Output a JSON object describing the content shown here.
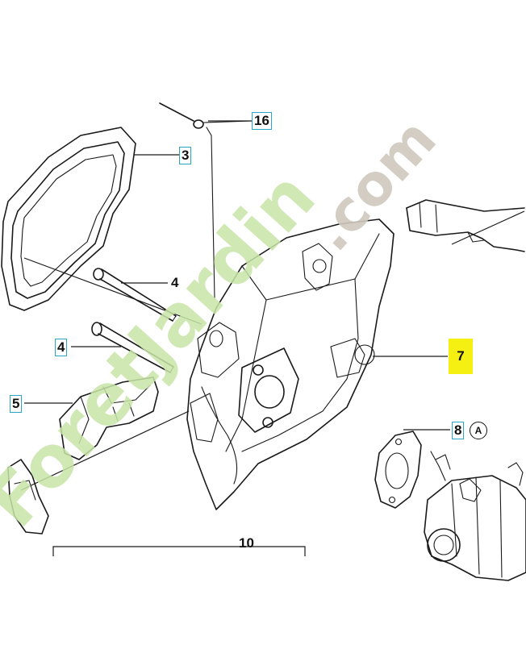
{
  "callouts": {
    "c16": "16",
    "c3": "3",
    "c4a": "4",
    "c4b": "4",
    "c5": "5",
    "c7": "7",
    "c8": "8",
    "cA": "A",
    "c10": "10"
  },
  "watermark": {
    "main": "ForetJardin",
    "suffix": ".com"
  },
  "colors": {
    "highlight": "#f5f011",
    "callout_border": "#2aa6c8",
    "watermark_green": "#c8e6a8",
    "watermark_orange": "#f3c690",
    "watermark_gray": "#cfc8bd"
  }
}
